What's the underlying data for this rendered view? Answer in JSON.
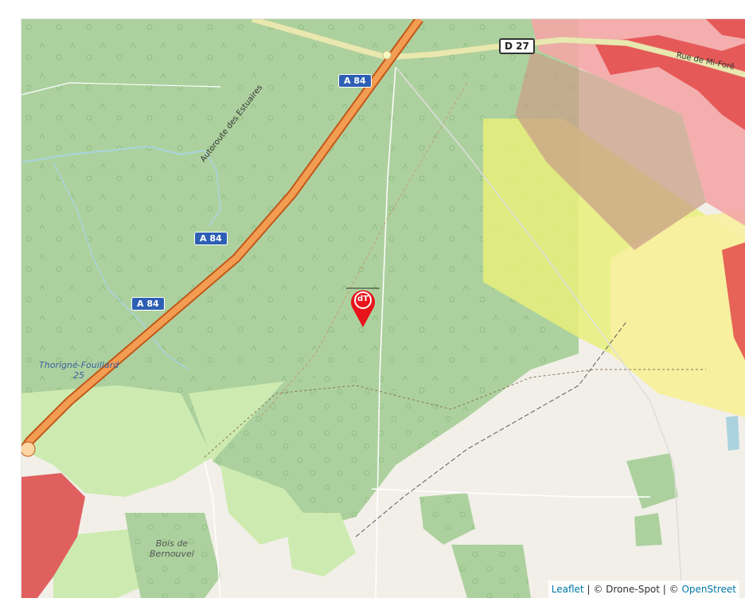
{
  "map": {
    "roads": {
      "d27": "D 27",
      "a84": "A 84",
      "autoroute_name": "Autoroute des Estuaires",
      "rue": "Rue de Mi-Forê"
    },
    "places": {
      "town": "Thorigné-Fouillard",
      "town_sub": "25",
      "wood_line1": "Bois de",
      "wood_line2": "Bernouvel"
    },
    "marker": {
      "logo_text": "dT",
      "color": "#e8141c"
    }
  },
  "attribution": {
    "leaflet": "Leaflet",
    "sep1": " | ",
    "drone_spot": "© Drone-Spot",
    "sep2": " | © ",
    "osm": "OpenStreet"
  }
}
